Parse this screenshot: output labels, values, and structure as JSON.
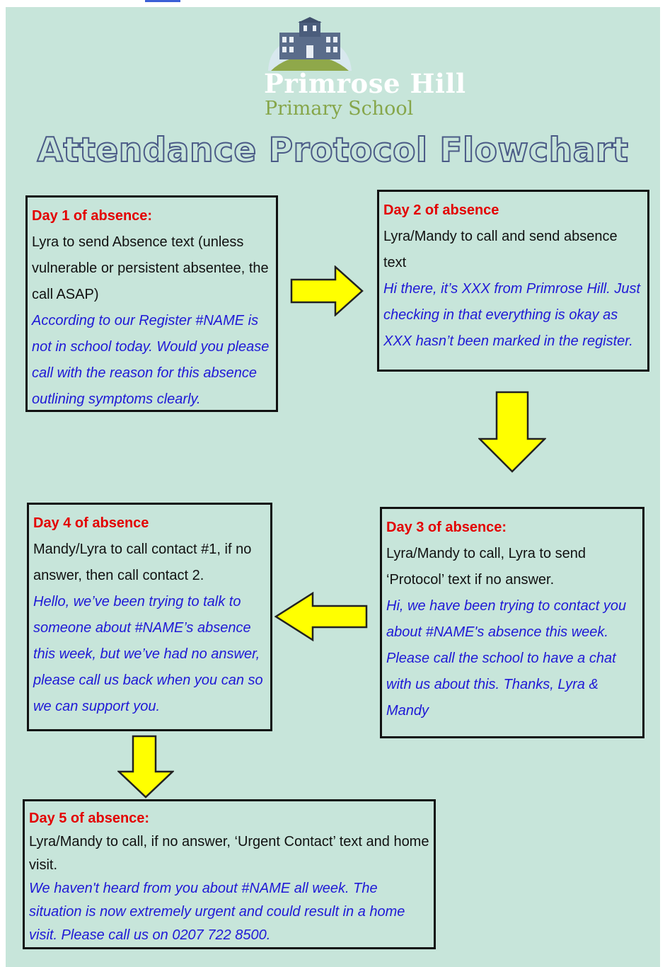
{
  "header": {
    "school_line1": "Primrose Hill",
    "school_line2": "Primary School",
    "title": "Attendance Protocol Flowchart"
  },
  "steps": [
    {
      "heading": "Day 1 of absence:",
      "instruction": "Lyra to send Absence text (unless vulnerable or persistent absentee, the call ASAP)",
      "message": "According to our Register #NAME is not in school today. Would you please call with the reason for this absence outlining symptoms clearly."
    },
    {
      "heading": "Day 2 of absence",
      "instruction": "Lyra/Mandy to call and send absence text",
      "message": "Hi there, it’s XXX from Primrose Hill. Just checking in that everything is okay as XXX hasn’t been marked in the register."
    },
    {
      "heading": "Day 3 of absence:",
      "instruction": "Lyra/Mandy to call, Lyra to send ‘Protocol’ text if no answer.",
      "message": "Hi, we have been trying to contact you about #NAME's absence this week. Please call the school to have a chat with us about this. Thanks, Lyra & Mandy"
    },
    {
      "heading": "Day 4 of absence",
      "instruction": "Mandy/Lyra to call contact #1, if no answer, then call contact 2.",
      "message": "Hello, we’ve been trying to talk to someone about #NAME’s absence this week, but we’ve had no answer, please call us back when you can so we can support you."
    },
    {
      "heading": "Day 5 of absence:",
      "instruction": "Lyra/Mandy to call, if no answer, ‘Urgent Contact’ text and home visit.",
      "message": "We haven't heard from you about #NAME all week. The situation is now extremely urgent and could result in a home visit. Please call us on 0207 722 8500."
    }
  ],
  "colors": {
    "background": "#c7e5da",
    "heading": "#e30000",
    "message": "#1f19d6",
    "arrow_fill": "#ffff00"
  },
  "icons": [
    "school-building-logo-icon",
    "arrow-right-icon",
    "arrow-down-icon",
    "arrow-left-icon"
  ]
}
